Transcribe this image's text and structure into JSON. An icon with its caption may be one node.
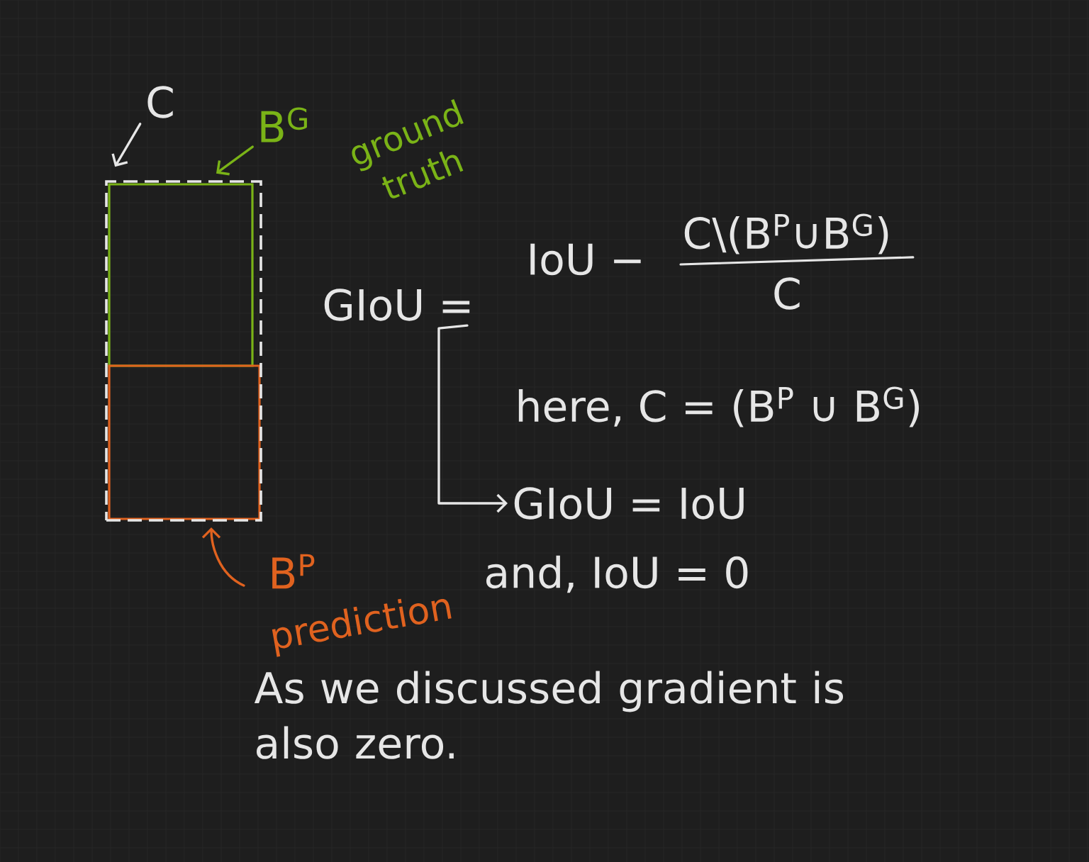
{
  "diagram": {
    "nodes": [
      {
        "text": [],
        "shape": "box"
      },
      {
        "text": [],
        "shape": "box",
        "in": 0
      },
      {
        "text": [],
        "shape": "box",
        "in": 0
      },
      {
        "text": [
          "C"
        ]
      },
      {
        "text": [
          "B$^{G}$"
        ],
        "beside": [
          "ground truth"
        ]
      },
      {
        "text": [
          "B$^{P}$"
        ],
        "beside": [
          "prediction"
        ]
      },
      {
        "text": [
          "GIoU ="
        ]
      },
      {
        "text": [
          "GIoU = IoU"
        ]
      }
    ],
    "edges": [
      {
        "from": 3,
        "to": 0,
        "arrow": "to"
      },
      {
        "from": 4,
        "to": 1,
        "arrow": "to",
        "color": "#7ab317"
      },
      {
        "from": 5,
        "to": 2,
        "arrow": "to",
        "color": "#e0621f"
      },
      {
        "from": 6,
        "to": 7,
        "arrow": "to"
      }
    ],
    "labels": [
      "IoU −",
      "C\\(B$^{P}$∪B$^{G}$)",
      "C",
      "here, C = (B$^{P}$ ∪ B$^{G}$)",
      "and, IoU = 0",
      "As we discussed gradient is also zero."
    ]
  }
}
